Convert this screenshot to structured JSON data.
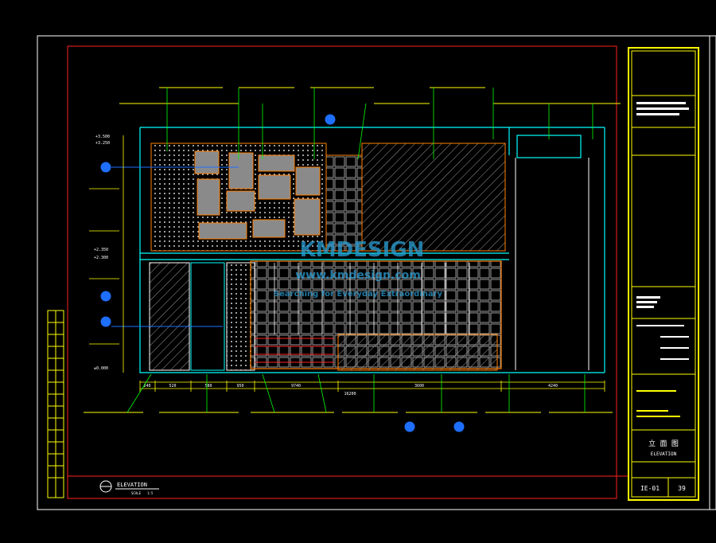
{
  "colors": {
    "background": "#000000",
    "outer_border": "#ffffff",
    "inner_border": "#ff2020",
    "title_block": "#ffff00",
    "wall_outline": "#00ffff",
    "dimension": "#ffff00",
    "hatch": "#ffffff",
    "accent": "#ff8000",
    "leader": "#00ff00",
    "watermark": "#2a9fd6"
  },
  "drawing": {
    "title": "ELEVATION",
    "scale_label": "SCALE",
    "scale_value": "1:5",
    "level_marks": [
      "+3.500",
      "+3.250",
      "+2.350",
      "+2.300",
      "±0.000"
    ],
    "bottom_dims": [
      "240",
      "520",
      "580",
      "950",
      "9740",
      "3600",
      "4240"
    ],
    "total_dim": "16200"
  },
  "title_block": {
    "title_cn": "立 面 图",
    "title_en": "ELEVATION",
    "sheet_no": "IE-01",
    "page": "39"
  },
  "watermark": {
    "brand": "KMDESIGN",
    "url": "www.kmdesign.com",
    "tagline": "Searching for Everyday Extraordinary"
  }
}
